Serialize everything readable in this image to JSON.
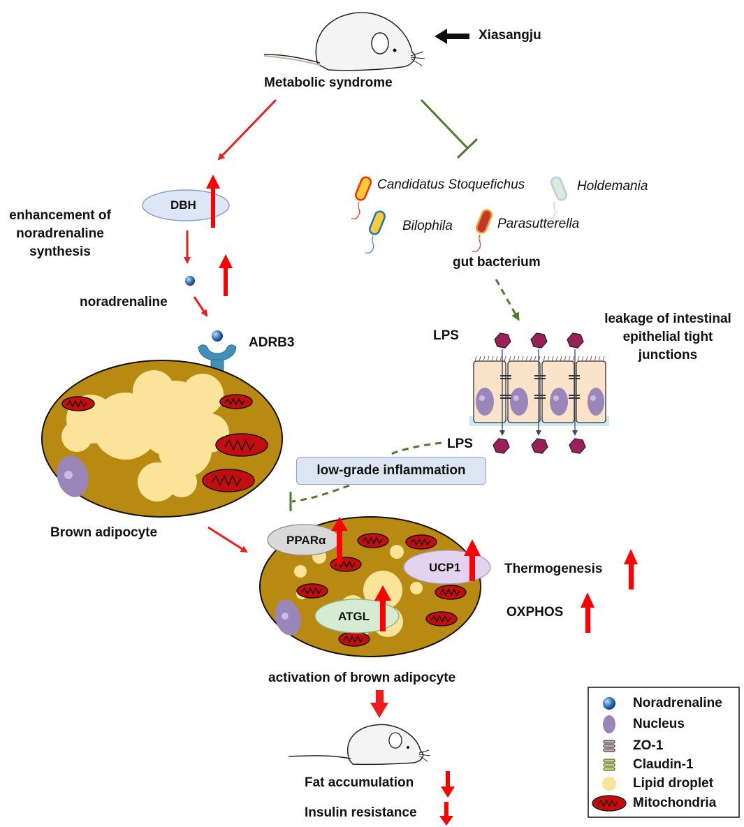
{
  "top": {
    "treatment": "Xiasangju",
    "condition": "Metabolic syndrome"
  },
  "left_pathway": {
    "enzyme": "DBH",
    "enhancement": "enhancement of noradrenaline synthesis",
    "ligand": "noradrenaline",
    "receptor": "ADRB3",
    "cell": "Brown adipocyte"
  },
  "bacteria": {
    "taxa": [
      "Candidatus Stoquefichus",
      "Holdemania",
      "Bilophila",
      "Parasutterella"
    ],
    "group_label": "gut bacterium"
  },
  "gut": {
    "lps_top": "LPS",
    "lps_bottom": "LPS",
    "leakage": "leakage of intestinal epithelial tight junctions",
    "inflammation": "low-grade inflammation"
  },
  "activated": {
    "proteins": {
      "ppara": "PPARα",
      "ucp1": "UCP1",
      "atgl": "ATGL"
    },
    "effects": {
      "thermogenesis": "Thermogenesis",
      "oxphos": "OXPHOS"
    },
    "caption": "activation of brown adipocyte"
  },
  "outcomes": {
    "fat": "Fat accumulation",
    "insulin": "Insulin resistance"
  },
  "legend": {
    "items": [
      "Noradrenaline",
      "Nucleus",
      "ZO-1",
      "Claudin-1",
      "Lipid droplet",
      "Mitochondria"
    ]
  },
  "colors": {
    "up_arrow": "#ff0000",
    "inhibit": "#4e7a2e",
    "cell_fill": "#b98a12",
    "lipid": "#fbe39a",
    "mito": "#c40d0d",
    "nucleus": "#9a86b8"
  }
}
